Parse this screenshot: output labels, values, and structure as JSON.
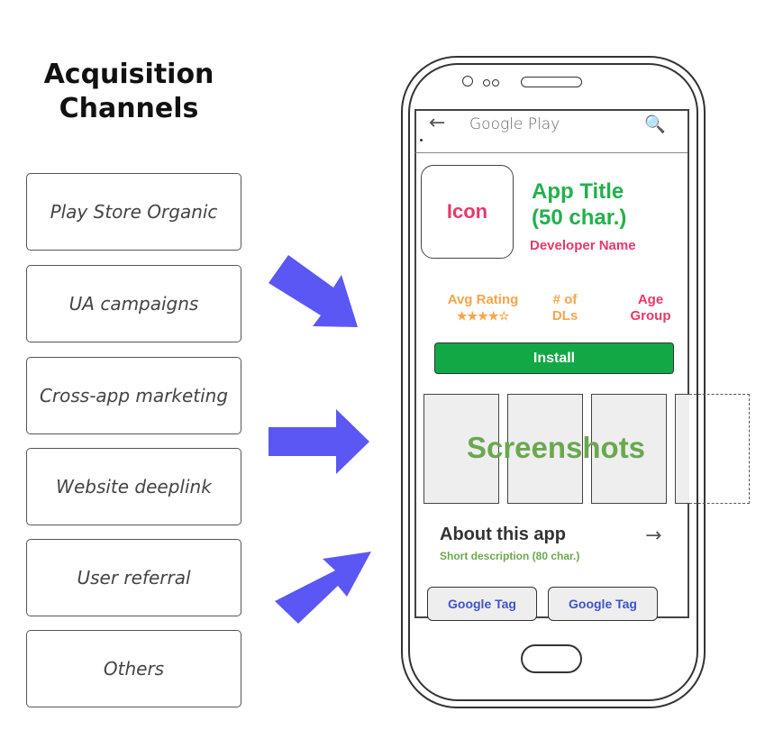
{
  "heading": {
    "line1": "Acquisition",
    "line2": "Channels"
  },
  "channels": [
    {
      "label": "Play Store Organic"
    },
    {
      "label": "UA campaigns"
    },
    {
      "label": "Cross-app marketing"
    },
    {
      "label": "Website deeplink"
    },
    {
      "label": "User referral"
    },
    {
      "label": "Others"
    }
  ],
  "phone": {
    "store_bar": {
      "back_glyph": "←",
      "label": "Google Play",
      "search_glyph": "🔍"
    },
    "app": {
      "icon_label": "Icon",
      "title_line1": "App Title",
      "title_line2": "(50 char.)",
      "developer": "Developer Name"
    },
    "stats": {
      "rating_label": "Avg Rating",
      "rating_stars": "★★★★☆",
      "downloads_line1": "# of",
      "downloads_line2": "DLs",
      "age_line1": "Age",
      "age_line2": "Group"
    },
    "install_label": "Install",
    "screenshots_label": "Screenshots",
    "about": {
      "title": "About this app",
      "arrow_glyph": "→",
      "short_description": "Short description (80 char.)"
    },
    "tags": [
      {
        "label": "Google Tag"
      },
      {
        "label": "Google Tag"
      }
    ]
  },
  "colors": {
    "arrow": "#5b57f5",
    "app_title": "#22b14c",
    "accent_pink": "#e8386a",
    "rating_orange": "#f6a54a",
    "install_green": "#12a845",
    "screenshot_green": "#6aa84f",
    "tag_blue": "#3d55c8"
  }
}
